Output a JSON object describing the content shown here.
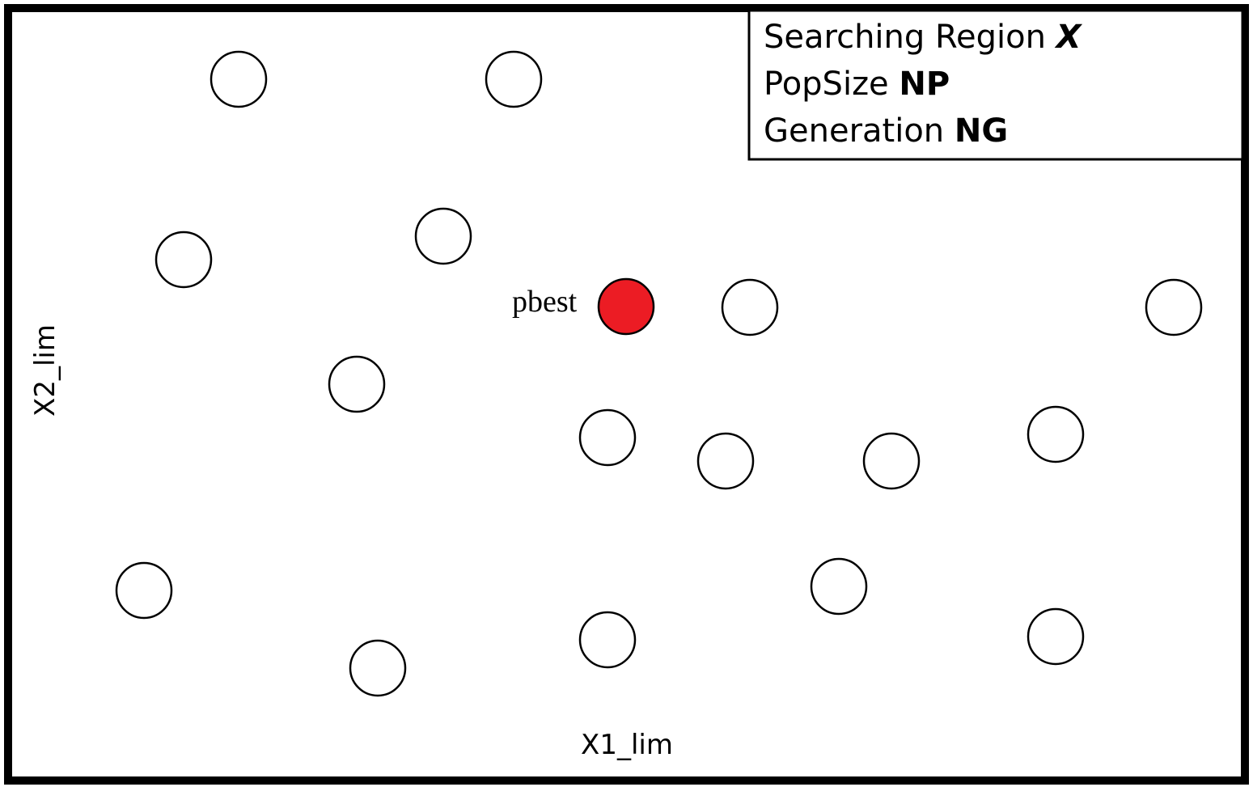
{
  "legend": {
    "line1_prefix": "Searching Region ",
    "line1_symbol": "X",
    "line2_prefix": "PopSize ",
    "line2_symbol": "NP",
    "line3_prefix": "Generation ",
    "line3_symbol": "NG"
  },
  "best_label": "pbest",
  "best_color": "#ec1c24",
  "axes": {
    "x_label": "X1_lim",
    "y_label": "X2_lim"
  }
}
